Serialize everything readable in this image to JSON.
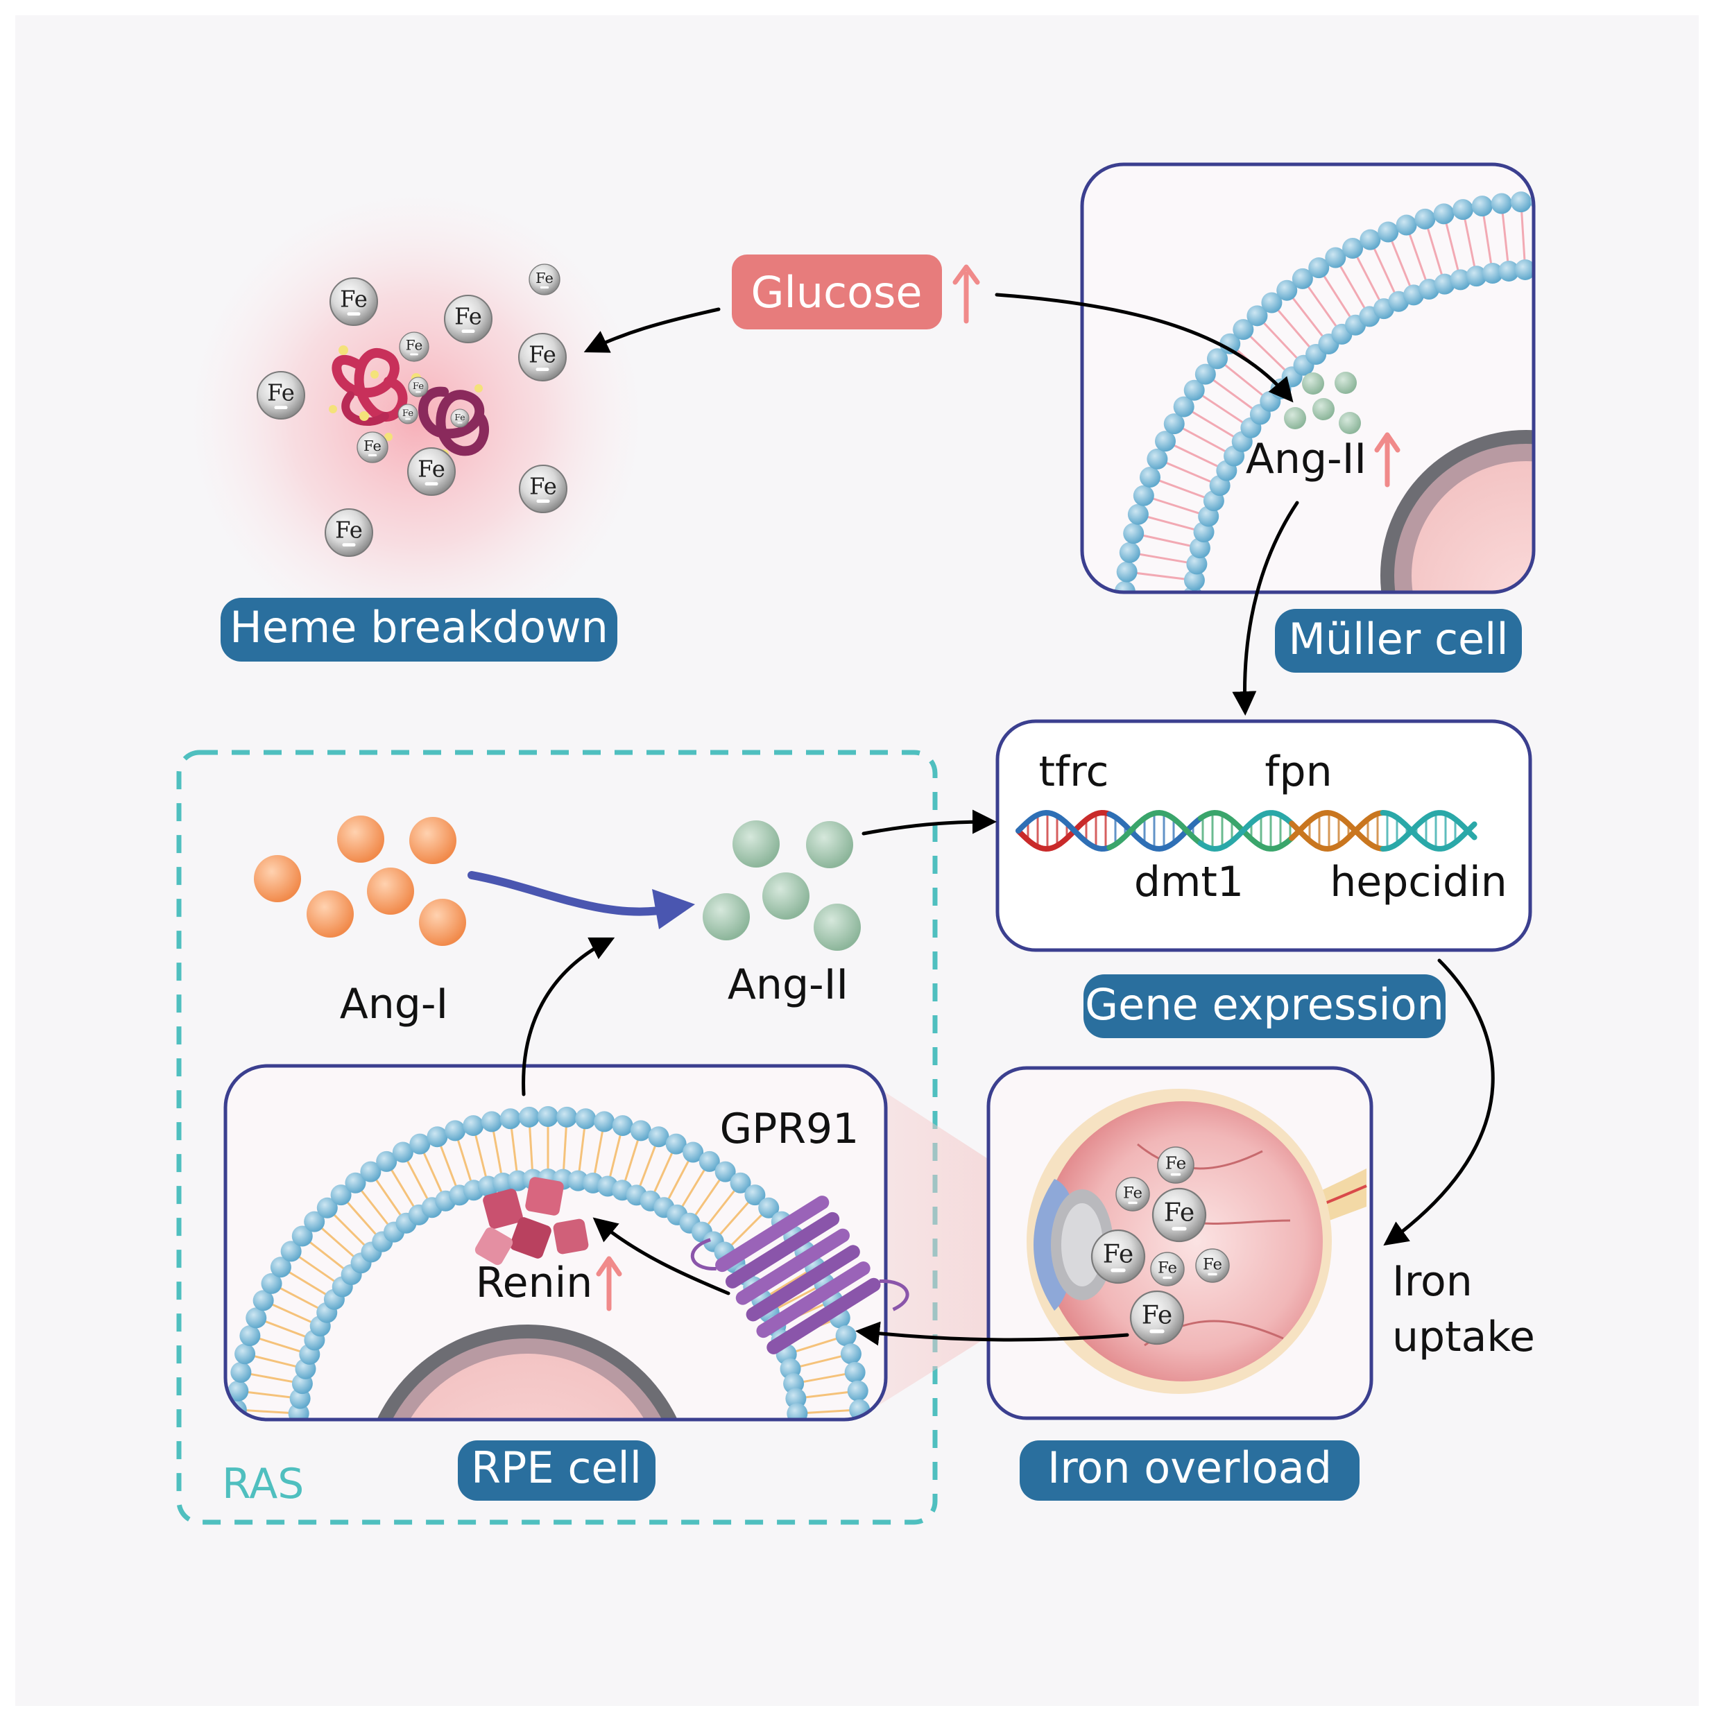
{
  "labels": {
    "glucose": "Glucose",
    "heme_breakdown": "Heme breakdown",
    "muller_cell": "Müller cell",
    "gene_expression": "Gene expression",
    "iron_overload": "Iron overload",
    "rpe_cell": "RPE cell",
    "ras": "RAS",
    "ang_ii_muller": "Ang-II",
    "ang_i": "Ang-I",
    "ang_ii": "Ang-II",
    "gpr91": "GPR91",
    "renin": "Renin",
    "iron_uptake_line1": "Iron",
    "iron_uptake_line2": "uptake",
    "fe": "Fe"
  },
  "genes": [
    "tfrc",
    "fpn",
    "dmt1",
    "hepcidin"
  ],
  "colors": {
    "label_blue": "#2a6f9e",
    "glucose_red": "#e77c7c",
    "box_navy": "#3b3f8f",
    "ras_teal": "#4fbfbf",
    "ang_i_orange": "#f4a06a",
    "ang_ii_green": "#9fc4ac",
    "up_arrow": "#f08a8a"
  },
  "icons": [
    "fe-ion-icon",
    "up-arrow-icon",
    "dna-helix-icon",
    "membrane-icon",
    "eye-icon",
    "gpcr-icon",
    "renin-cubes-icon"
  ]
}
